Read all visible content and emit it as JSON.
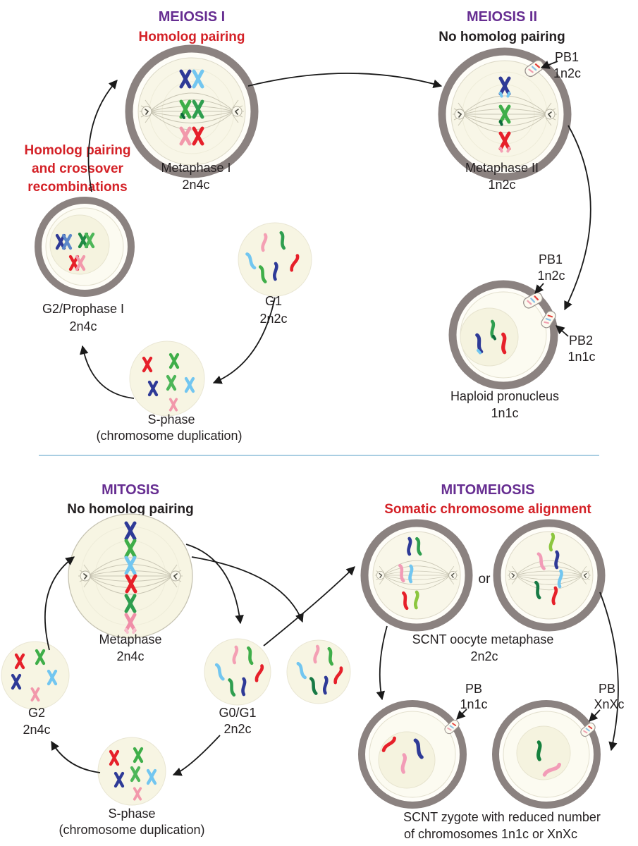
{
  "colors": {
    "purple_header": "#662d91",
    "red_header": "#d42127",
    "text_black": "#231f20",
    "zona_ring": "#8b8280",
    "cytoplasm": "#f7f5e3",
    "divider_blue": "#a9cee2",
    "chromosome_dark_blue": "#2e3a97",
    "chromosome_light_blue": "#72c6f0",
    "chromosome_green": "#3fae49",
    "chromosome_dark_green": "#187a45",
    "chromosome_yellow_green": "#8cc63f",
    "chromosome_red": "#e6202a",
    "chromosome_pink": "#f298ab"
  },
  "meiosis1": {
    "title": "MEIOSIS I",
    "subtitle": "Homolog pairing",
    "note_line1": "Homolog pairing",
    "note_line2": "and crossover",
    "note_line3": "recombinations",
    "metaphase1": "Metaphase I",
    "metaphase1_ploidy": "2n4c",
    "g2_prophase": "G2/Prophase I",
    "g2_prophase_ploidy": "2n4c",
    "g1": "G1",
    "g1_ploidy": "2n2c",
    "sphase": "S-phase",
    "sphase_note": "(chromosome duplication)"
  },
  "meiosis2": {
    "title": "MEIOSIS II",
    "subtitle": "No homolog pairing",
    "metaphase2": "Metaphase II",
    "metaphase2_ploidy": "1n2c",
    "pb1_label": "PB1",
    "pb1_ploidy": "1n2c",
    "haploid": "Haploid pronucleus",
    "haploid_ploidy": "1n1c",
    "pb1_hap_label": "PB1",
    "pb1_hap_ploidy": "1n2c",
    "pb2_hap_label": "PB2",
    "pb2_hap_ploidy": "1n1c"
  },
  "mitosis": {
    "title": "MITOSIS",
    "subtitle": "No homolog pairing",
    "metaphase": "Metaphase",
    "metaphase_ploidy": "2n4c",
    "g2": "G2",
    "g2_ploidy": "2n4c",
    "g0g1": "G0/G1",
    "g0g1_ploidy": "2n2c",
    "sphase": "S-phase",
    "sphase_note": "(chromosome duplication)"
  },
  "mitomeiosis": {
    "title": "MITOMEIOSIS",
    "subtitle": "Somatic chromosome alignment",
    "scnt_oocyte": "SCNT oocyte metaphase",
    "scnt_oocyte_ploidy": "2n2c",
    "or_label": "or",
    "pb_left_label": "PB",
    "pb_left_ploidy": "1n1c",
    "pb_right_label": "PB",
    "pb_right_ploidy": "XnXc",
    "zygote_line1": "SCNT zygote  with reduced number",
    "zygote_line2": "of chromosomes 1n1c  or  XnXc"
  }
}
